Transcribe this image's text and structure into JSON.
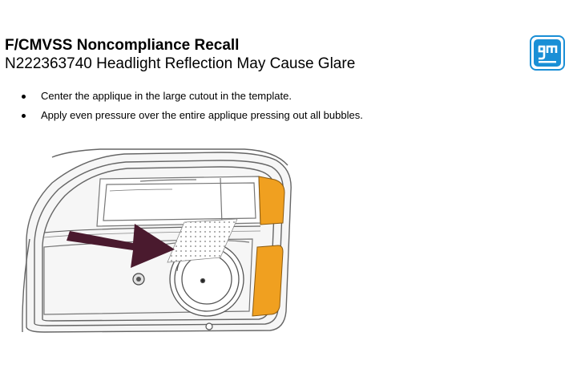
{
  "header": {
    "title": "F/CMVSS Noncompliance Recall",
    "subtitle": "N222363740 Headlight Reflection May Cause Glare"
  },
  "logo": {
    "text": "gm",
    "color": "#1a8fd6"
  },
  "instructions": [
    "Center the applique in the large cutout in the template.",
    "Apply even pressure over the entire applique pressing out all bubbles."
  ],
  "illustration": {
    "arrow_color": "#4a1a2e",
    "amber_color": "#f0a020"
  }
}
